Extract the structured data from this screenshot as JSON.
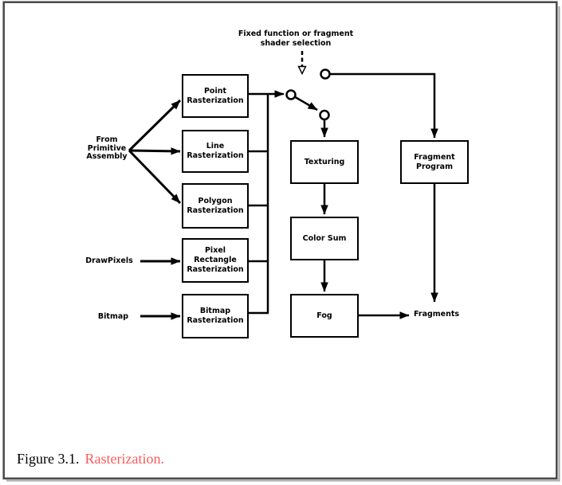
{
  "figure": {
    "caption": {
      "prefix": "Figure 3.1.",
      "link": "Rasterization."
    },
    "caption_link_color": "#f85c5c"
  },
  "diagram": {
    "selector_label": "Fixed function or fragment shader selection",
    "source_label": "From Primitive Assembly",
    "drawpixels_label": "DrawPixels",
    "bitmap_label": "Bitmap",
    "fragments_label": "Fragments",
    "boxes": [
      {
        "label": "Point Rasterization"
      },
      {
        "label": "Line Rasterization"
      },
      {
        "label": "Polygon Rasterization"
      },
      {
        "label": "Pixel Rectangle Rasterization"
      },
      {
        "label": "Bitmap Rasterization"
      },
      {
        "label": "Texturing"
      },
      {
        "label": "Color Sum"
      },
      {
        "label": "Fog"
      },
      {
        "label": "Fragment Program"
      }
    ],
    "colors": {
      "line": "#000000",
      "box_fill": "#ffffff"
    }
  }
}
